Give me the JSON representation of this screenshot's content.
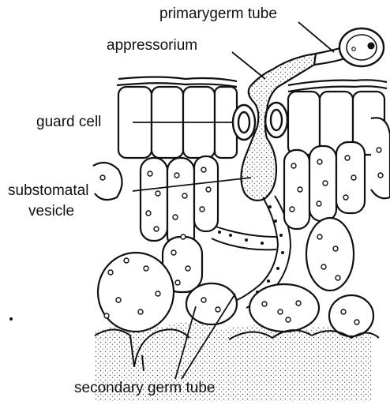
{
  "labels": {
    "primary_germ_tube": "primarygerm tube",
    "appressorium": "appressorium",
    "guard_cell": "guard cell",
    "substomatal_line1": "substomatal",
    "substomatal_line2": "vesicle",
    "secondary_germ_tube": "secondary germ tube"
  },
  "colors": {
    "ink": "#111111",
    "background": "#ffffff",
    "stipple": "#444444"
  }
}
